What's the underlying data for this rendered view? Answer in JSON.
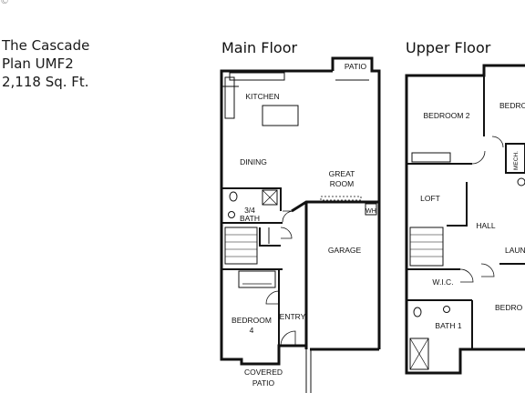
{
  "corner_mark": "©",
  "plan": {
    "name": "The Cascade",
    "code": "Plan UMF2",
    "area": "2,118  Sq. Ft."
  },
  "floors": {
    "main": {
      "title": "Main Floor",
      "rooms": {
        "patio": "PATIO",
        "kitchen": "KITCHEN",
        "dining": "DINING",
        "great_room_1": "GREAT",
        "great_room_2": "ROOM",
        "bath_1": "3/4",
        "bath_2": "BATH",
        "wh": "WH",
        "garage": "GARAGE",
        "bedroom_1": "BEDROOM",
        "bedroom_2": "4",
        "entry": "ENTRY",
        "covered_1": "COVERED",
        "covered_2": "PATIO"
      }
    },
    "upper": {
      "title": "Upper Floor",
      "rooms": {
        "bedroom2": "BEDROOM 2",
        "bedroom_right": "BEDRO",
        "mech": "MECH.",
        "loft": "LOFT",
        "hall": "HALL",
        "laundry": "LAUND",
        "wic": "W.I.C.",
        "bath1": "BATH 1",
        "bedroom_lower": "BEDRO"
      }
    }
  },
  "colors": {
    "wall": "#111111",
    "fixture": "#555555",
    "background": "#ffffff"
  }
}
